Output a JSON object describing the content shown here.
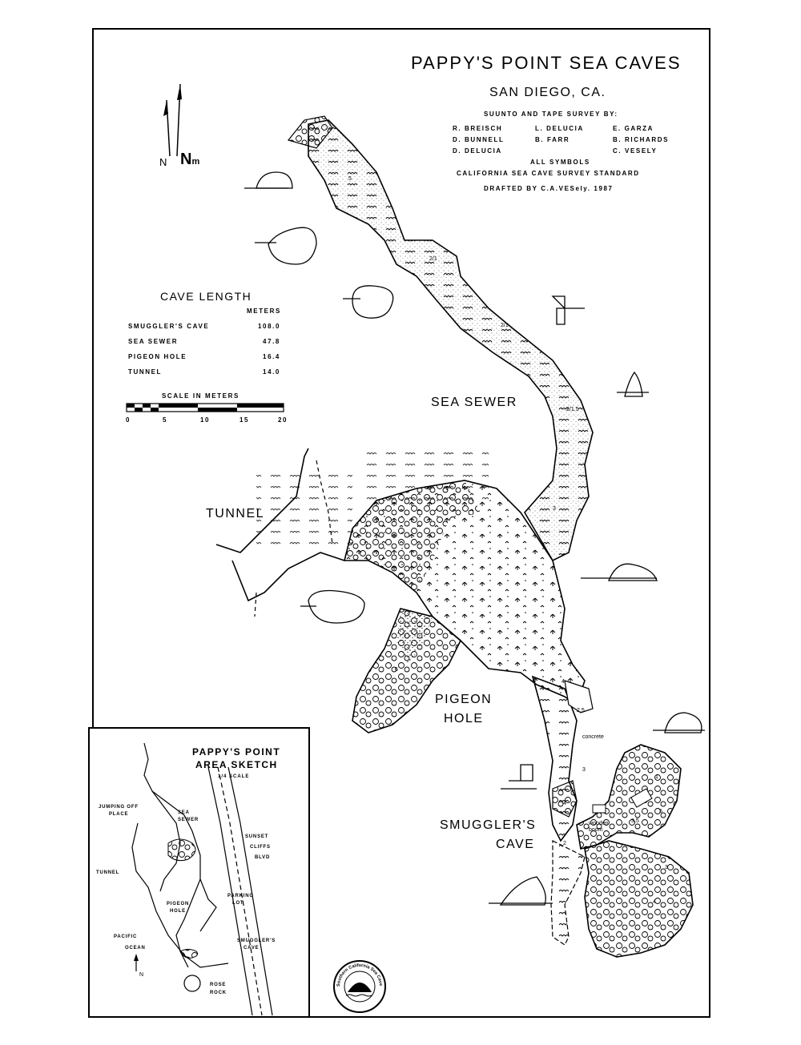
{
  "title": "PAPPY'S POINT SEA CAVES",
  "location": "SAN DIEGO, CA.",
  "survey_heading": "SUUNTO AND TAPE SURVEY BY:",
  "surveyors": [
    [
      "R. BREISCH",
      "L. DELUCIA",
      "E. GARZA"
    ],
    [
      "D. BUNNELL",
      "B. FARR",
      "B. RICHARDS"
    ],
    [
      "D. DELUCIA",
      "",
      "C. VESELY"
    ]
  ],
  "symbols_note_1": "ALL SYMBOLS",
  "symbols_note_2": "CALIFORNIA SEA CAVE SURVEY STANDARD",
  "drafted_by": "DRAFTED BY C.A.VESely. 1987",
  "north": {
    "true_label": "N",
    "magnetic_label": "N",
    "magnetic_sub": "m"
  },
  "cave_length": {
    "title": "CAVE LENGTH",
    "units": "METERS",
    "rows": [
      {
        "name": "SMUGGLER'S CAVE",
        "value": "108.0"
      },
      {
        "name": "SEA SEWER",
        "value": "47.8"
      },
      {
        "name": "PIGEON HOLE",
        "value": "16.4"
      },
      {
        "name": "TUNNEL",
        "value": "14.0"
      }
    ]
  },
  "scale": {
    "title": "SCALE IN METERS",
    "ticks": [
      "0",
      "5",
      "10",
      "15",
      "20"
    ]
  },
  "labels": {
    "sea_sewer": "SEA SEWER",
    "tunnel": "TUNNEL",
    "pigeon_hole_1": "PIGEON",
    "pigeon_hole_2": "HOLE",
    "smugglers_1": "SMUGGLER'S",
    "smugglers_2": "CAVE",
    "concrete": "concrete",
    "wooden_boom": "wooden boom"
  },
  "depth_marks": [
    "5",
    "2/1",
    "2/1",
    "2/1.5",
    "3",
    "6",
    "4",
    "2.5",
    "3",
    "4",
    "2",
    "1",
    "3.5",
    "5",
    "3",
    "4"
  ],
  "inset": {
    "title_1": "PAPPY'S POINT",
    "title_2": "AREA SKETCH",
    "scale": "1/4 SCALE",
    "labels": {
      "jumping_off": "JUMPING OFF",
      "place": "PLACE",
      "sea": "SEA",
      "sewer": "SEWER",
      "sunset": "SUNSET",
      "cliffs": "CLIFFS",
      "blvd": "BLVD",
      "tunnel": "TUNNEL",
      "parking": "PARKING",
      "lot": "LOT",
      "pigeon": "PIGEON",
      "hole": "HOLE",
      "pacific": "PACIFIC",
      "ocean": "OCEAN",
      "smugglers": "SMUGGLER'S",
      "cave": "CAVE",
      "rose": "ROSE",
      "rock": "ROCK",
      "north": "N"
    }
  },
  "seal_text": "Southern California Sea Cave Survey"
}
